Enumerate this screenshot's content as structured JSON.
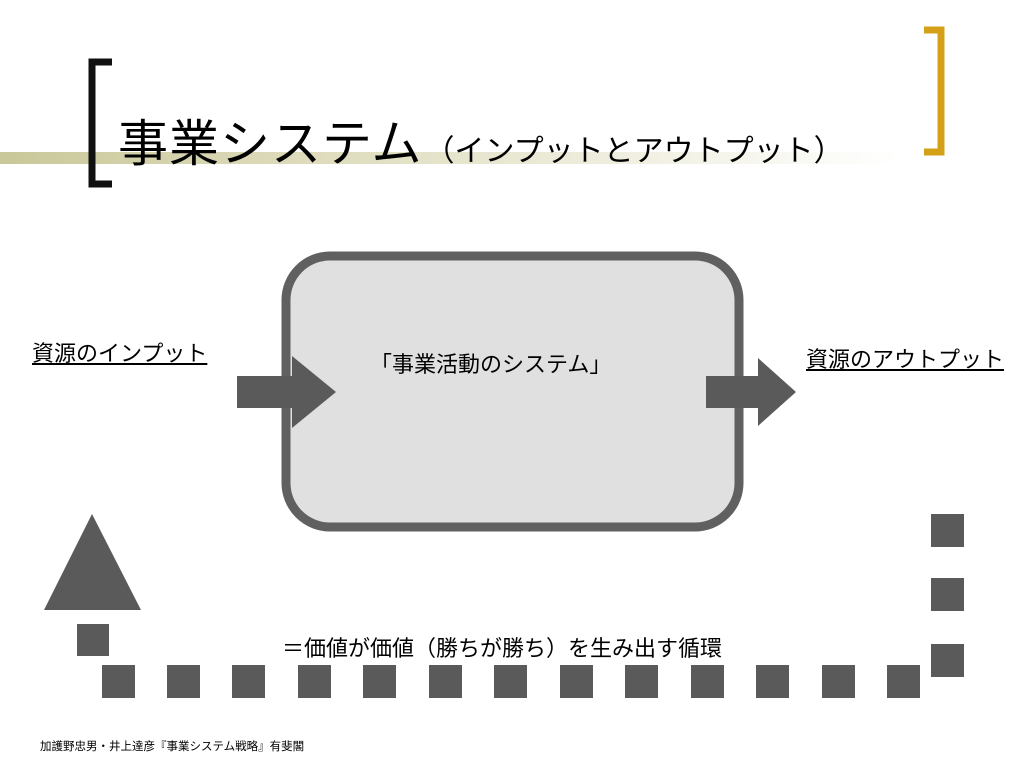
{
  "slide": {
    "title_main": "事業システム",
    "title_sub": "（インプットとアウトプット）",
    "input_label": "資源のインプット",
    "output_label": "資源のアウトプット",
    "system_label": "「事業活動のシステム」",
    "cycle_text": "＝価値が価値（勝ちが勝ち）を生み出す循環",
    "footer": "加護野忠男・井上達彦『事業システム戦略』有斐閣"
  },
  "colors": {
    "bracket_left": "#111111",
    "bracket_right": "#d4a017",
    "title_underline": "#c9c89a",
    "box_fill": "#e0e0e0",
    "box_border": "#606060",
    "shape_gray": "#5a5a5a"
  }
}
